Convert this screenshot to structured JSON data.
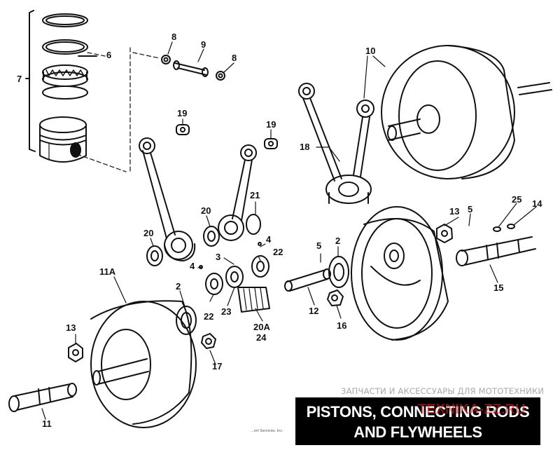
{
  "diagram": {
    "title_line1": "PISTONS, CONNECTING RODS",
    "title_line2": "AND FLYWHEELS",
    "watermark_text": "ЗАПЧАСТИ И АКСЕССУАРЫ ДЛЯ МОТОТЕХНИКИ",
    "watermark_overlay": "TEXNIKA-ZZ.RU",
    "copyright": "...ort Services, Inc.",
    "callouts": {
      "c6": "6",
      "c7": "7",
      "c8a": "8",
      "c8b": "8",
      "c9": "9",
      "c10": "10",
      "c19a": "19",
      "c19b": "19",
      "c18": "18",
      "c21": "21",
      "c20a": "20",
      "c20b": "20",
      "c4a": "4",
      "c4b": "4",
      "c3": "3",
      "c22a": "22",
      "c22b": "22",
      "c23": "23",
      "c20A": "20A",
      "c24": "24",
      "c11A": "11A",
      "c2a": "2",
      "c2b": "2",
      "c5a": "5",
      "c5b": "5",
      "c12": "12",
      "c16": "16",
      "c13a": "13",
      "c13b": "13",
      "c25": "25",
      "c14": "14",
      "c15": "15",
      "c17": "17",
      "c11": "11"
    }
  }
}
